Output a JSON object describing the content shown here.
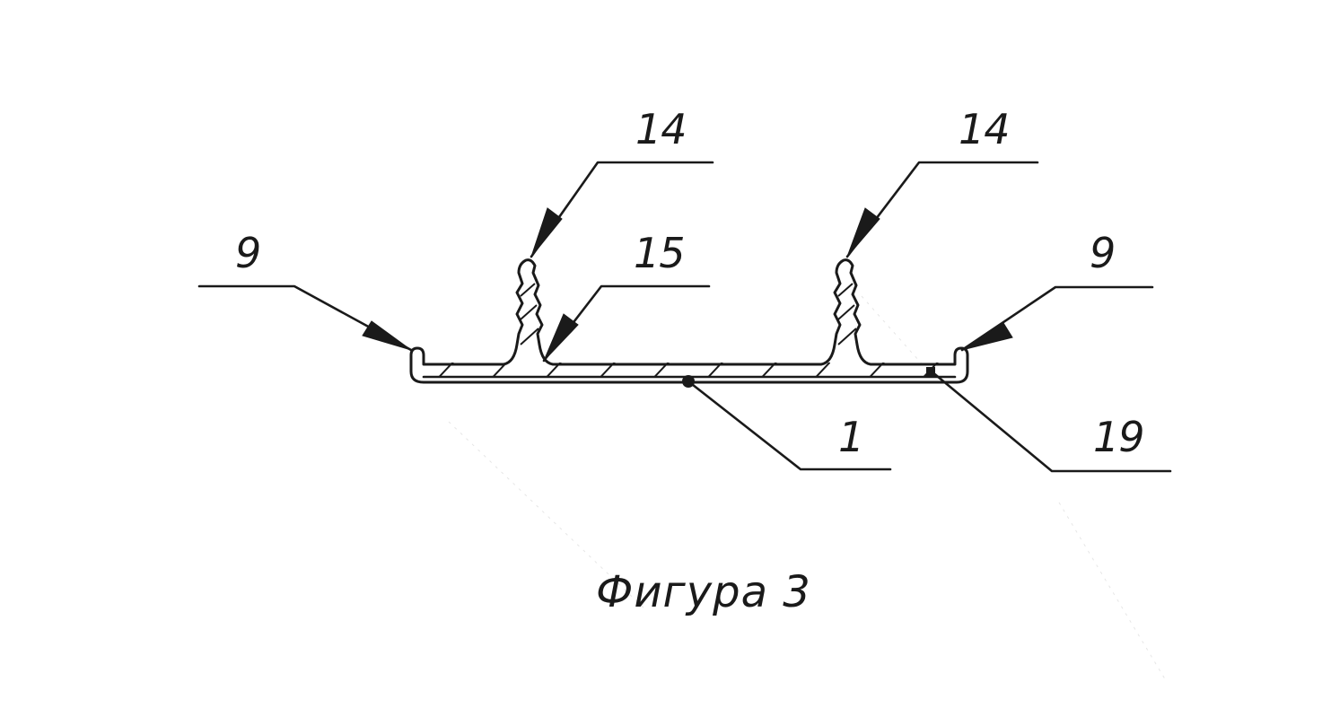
{
  "figure": {
    "caption": "Фигура 3"
  },
  "callouts": {
    "edge_left": "9",
    "edge_right": "9",
    "ridge_left": "14",
    "ridge_right": "14",
    "ridge_root": "15",
    "base": "1",
    "corner": "19"
  },
  "colors": {
    "ink": "#1a1a1a",
    "background": "#ffffff"
  }
}
